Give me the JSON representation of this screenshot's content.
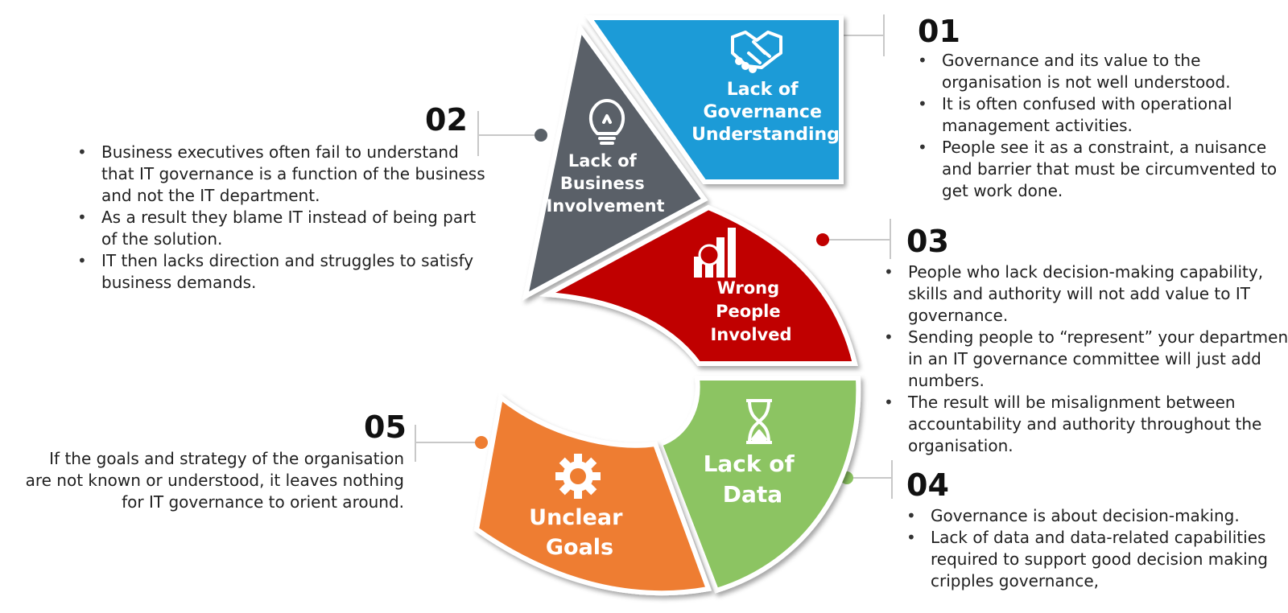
{
  "colors": {
    "blue": "#1a9bd7",
    "gray": "#5a6168",
    "red": "#c00000",
    "green": "#8cc462",
    "orange": "#ee7d31",
    "connector": "#c8c8c8",
    "text": "#1f1f1f"
  },
  "segments": [
    {
      "id": "01",
      "label_lines": [
        "Lack of",
        "Governance",
        "Understanding"
      ],
      "icon": "handshake-icon"
    },
    {
      "id": "02",
      "label_lines": [
        "Lack of",
        "Business",
        "Involvement"
      ],
      "icon": "lightbulb-icon"
    },
    {
      "id": "03",
      "label_lines": [
        "Wrong",
        "People",
        "Involved"
      ],
      "icon": "bar-chart-magnifier-icon"
    },
    {
      "id": "04",
      "label_lines": [
        "Lack of",
        "Data"
      ],
      "icon": "hourglass-icon"
    },
    {
      "id": "05",
      "label_lines": [
        "Unclear",
        "Goals"
      ],
      "icon": "gear-icon"
    }
  ],
  "callouts": {
    "c01": {
      "number": "01",
      "bullets": [
        "Governance and its value to the organisation is not well understood.",
        "It is often confused with operational management activities.",
        "People see it as a constraint, a nuisance and barrier that must be circumvented to get work done."
      ]
    },
    "c02": {
      "number": "02",
      "bullets": [
        "Business executives often fail to understand that IT governance is a function of the business and not the IT department.",
        "As a result they blame IT instead of being part of the solution.",
        "IT then lacks direction and struggles to satisfy business demands."
      ]
    },
    "c03": {
      "number": "03",
      "bullets": [
        "People who lack decision-making capability, skills and authority will not add value to IT governance.",
        "Sending people to “represent” your department in an IT governance committee will just add numbers.",
        "The result will be misalignment between accountability and authority throughout the organisation."
      ]
    },
    "c04": {
      "number": "04",
      "bullets": [
        "Governance is about decision-making.",
        "Lack of data and data-related capabilities required to support good decision making cripples governance,"
      ]
    },
    "c05": {
      "number": "05",
      "text": "If the goals and strategy of the organisation are not known or understood, it leaves nothing for IT governance to orient around."
    }
  }
}
